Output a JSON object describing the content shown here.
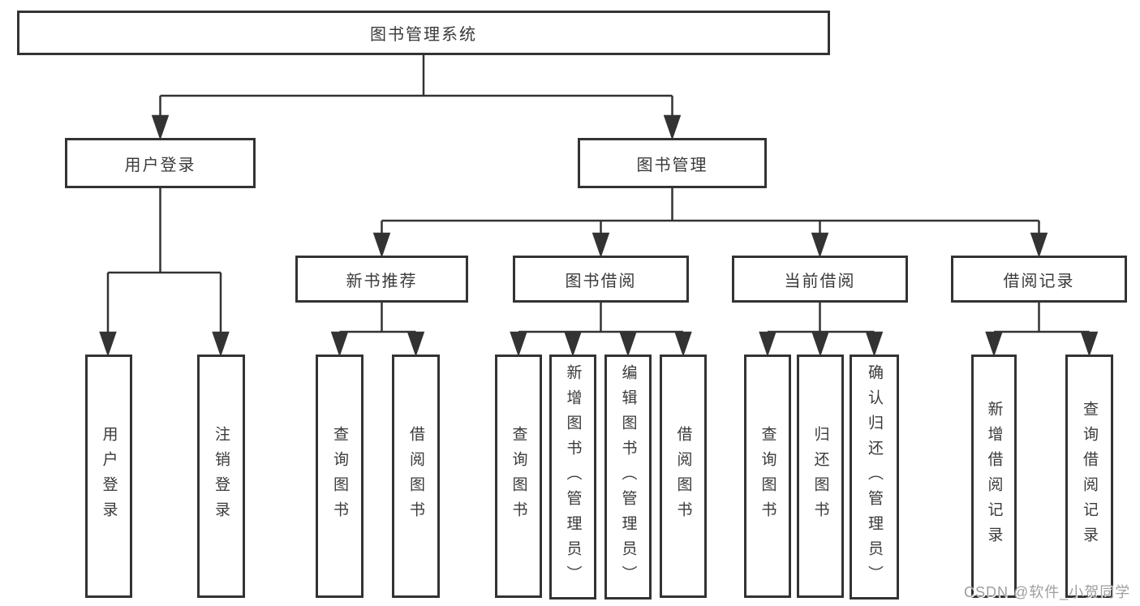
{
  "root": {
    "label": "图书管理系统"
  },
  "user": {
    "label": "用户登录",
    "children": [
      {
        "label": "用户登录"
      },
      {
        "label": "注销登录"
      }
    ]
  },
  "book": {
    "label": "图书管理",
    "sections": [
      {
        "label": "新书推荐",
        "children": [
          {
            "label": "查询图书"
          },
          {
            "label": "借阅图书"
          }
        ]
      },
      {
        "label": "图书借阅",
        "children": [
          {
            "label": "查询图书"
          },
          {
            "label": "新增图书（管理员）"
          },
          {
            "label": "编辑图书（管理员）"
          },
          {
            "label": "借阅图书"
          }
        ]
      },
      {
        "label": "当前借阅",
        "children": [
          {
            "label": "查询图书"
          },
          {
            "label": "归还图书"
          },
          {
            "label": "确认归还（管理员）"
          }
        ]
      },
      {
        "label": "借阅记录",
        "children": [
          {
            "label": "新增借阅记录"
          },
          {
            "label": "查询借阅记录"
          }
        ]
      }
    ]
  },
  "watermark": {
    "label": "CSDN @软件_小贺同学"
  },
  "colors": {
    "line": "#333333",
    "text": "#3a3a3a",
    "watermark": "#9e9e9e",
    "background": "#ffffff"
  }
}
